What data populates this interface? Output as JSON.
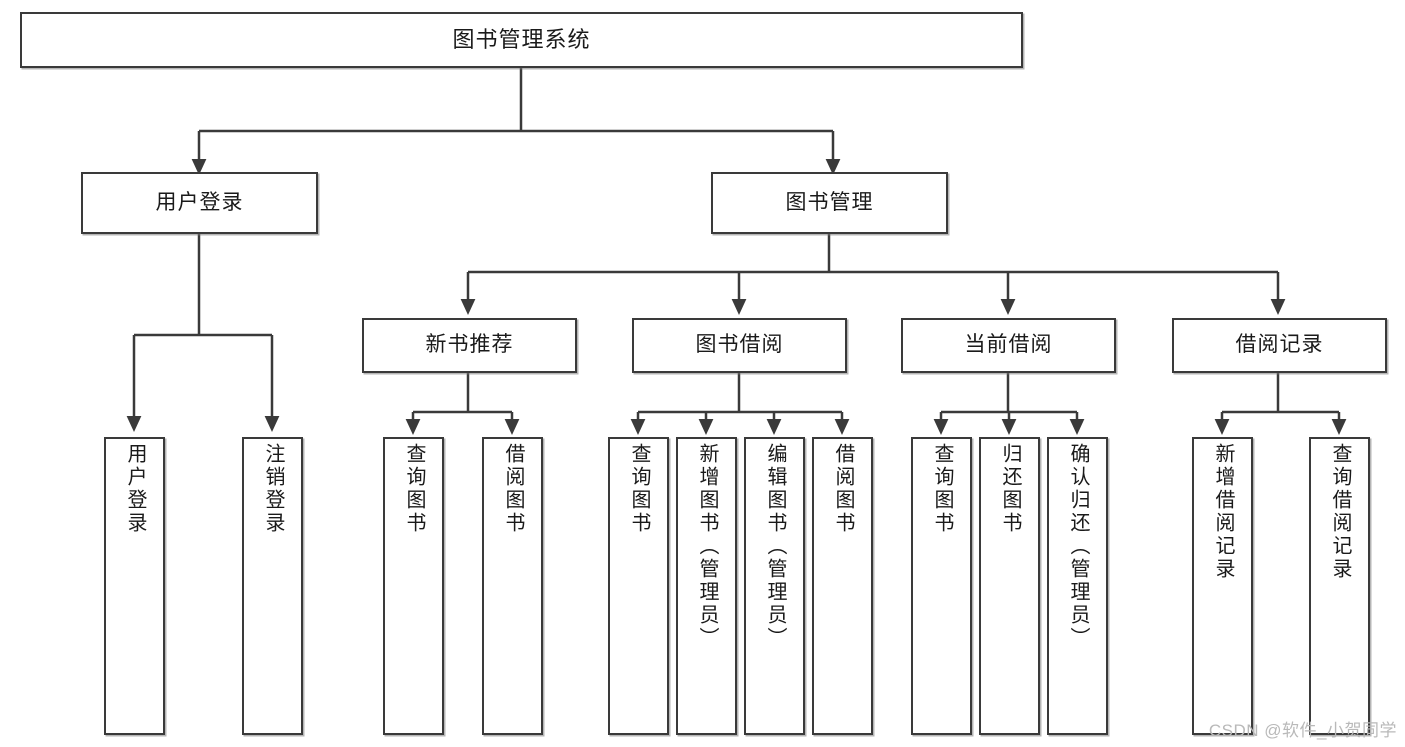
{
  "diagram": {
    "type": "tree",
    "title": "图书管理系统",
    "watermark": "CSDN @软件_小贺同学",
    "colors": {
      "stroke": "#3a3a3a",
      "fill": "#ffffff",
      "text": "#1a1a1a",
      "watermark": "#b9b9b9"
    },
    "nodes": {
      "root": {
        "label": "图书管理系统"
      },
      "level2": [
        {
          "label": "用户登录"
        },
        {
          "label": "图书管理"
        }
      ],
      "level3": [
        {
          "label": "新书推荐"
        },
        {
          "label": "图书借阅"
        },
        {
          "label": "当前借阅"
        },
        {
          "label": "借阅记录"
        }
      ],
      "leaves": {
        "user_login": [
          {
            "label": "用户登录"
          },
          {
            "label": "注销登录"
          }
        ],
        "new_book": [
          {
            "label": "查询图书"
          },
          {
            "label": "借阅图书"
          }
        ],
        "book_borrow": [
          {
            "label": "查询图书"
          },
          {
            "label": "新增图书（管理员）"
          },
          {
            "label": "编辑图书（管理员）"
          },
          {
            "label": "借阅图书"
          }
        ],
        "current_borrow": [
          {
            "label": "查询图书"
          },
          {
            "label": "归还图书"
          },
          {
            "label": "确认归还（管理员）"
          }
        ],
        "borrow_record": [
          {
            "label": "新增借阅记录"
          },
          {
            "label": "查询借阅记录"
          }
        ]
      }
    }
  }
}
